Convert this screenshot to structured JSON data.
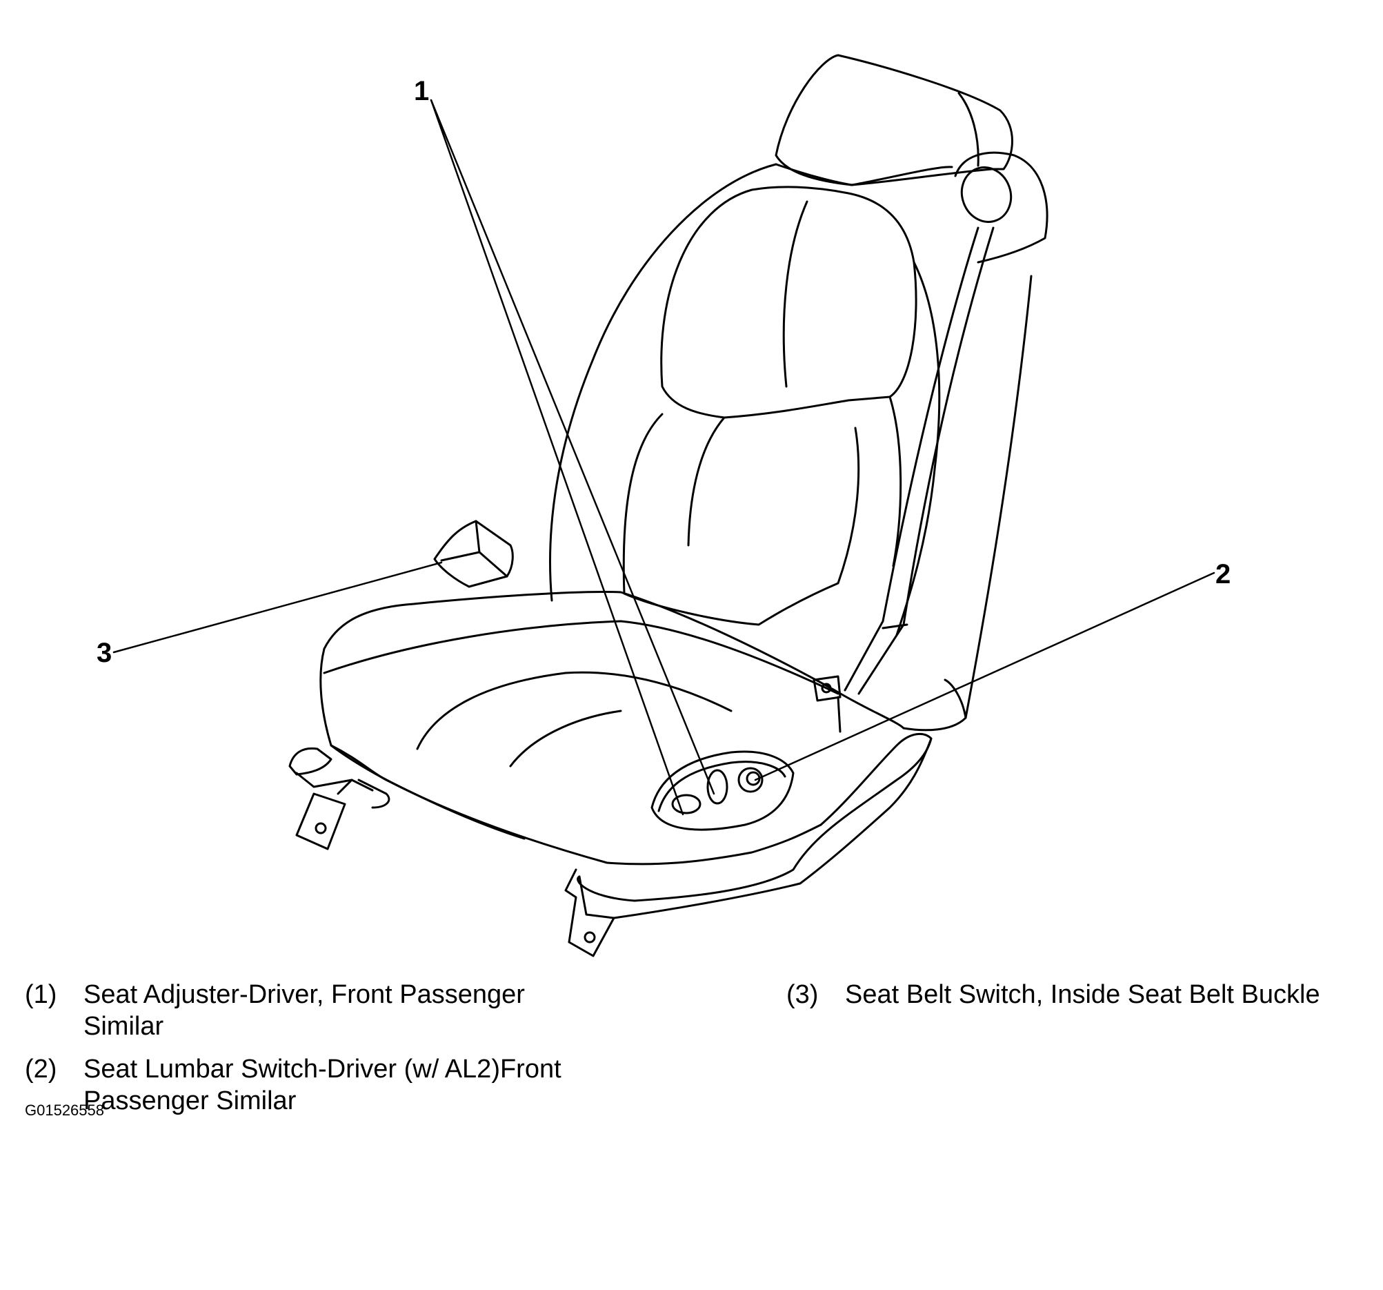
{
  "callouts": [
    {
      "number": "1"
    },
    {
      "number": "2"
    },
    {
      "number": "3"
    }
  ],
  "legend": [
    {
      "num": "(1)",
      "line1": "Seat Adjuster-Driver, Front Passenger",
      "line2": "Similar"
    },
    {
      "num": "(2)",
      "line1": "Seat Lumbar Switch-Driver (w/ AL2)Front",
      "line2": "Passenger Similar"
    },
    {
      "num": "(3)",
      "line1": "Seat Belt Switch, Inside Seat Belt Buckle",
      "line2": ""
    }
  ],
  "figure_id": "G01526558",
  "colors": {
    "line": "#000000",
    "background": "#ffffff"
  }
}
